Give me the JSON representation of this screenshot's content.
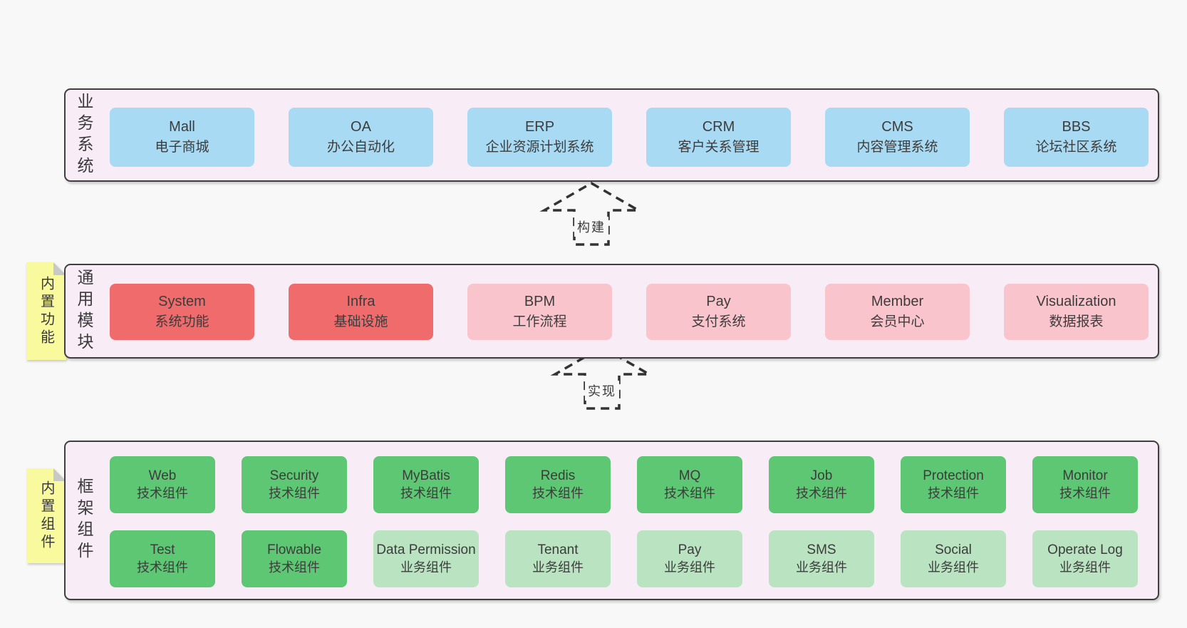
{
  "colors": {
    "page_bg": "#f8f8f8",
    "band_bg": "#f8edf6",
    "band_border": "#3f3f3f",
    "box_blue": "#a9daf3",
    "box_red": "#f06b6b",
    "box_pink": "#fac4cd",
    "box_green": "#5ec773",
    "box_light_green": "#b9e3c1",
    "sticky_yellow": "#f9f99e",
    "sticky_fold": "#c8c8c8",
    "text": "#3c3c3c",
    "arrow_dash": "#333333"
  },
  "bands": [
    {
      "label": "业务系统",
      "boxes": [
        {
          "name": "Mall",
          "subtitle": "电子商城"
        },
        {
          "name": "OA",
          "subtitle": "办公自动化"
        },
        {
          "name": "ERP",
          "subtitle": "企业资源计划系统"
        },
        {
          "name": "CRM",
          "subtitle": "客户关系管理"
        },
        {
          "name": "CMS",
          "subtitle": "内容管理系统"
        },
        {
          "name": "BBS",
          "subtitle": "论坛社区系统"
        }
      ]
    },
    {
      "label": "通用模块",
      "sticky": "内置功能",
      "boxes": [
        {
          "name": "System",
          "subtitle": "系统功能"
        },
        {
          "name": "Infra",
          "subtitle": "基础设施"
        },
        {
          "name": "BPM",
          "subtitle": "工作流程"
        },
        {
          "name": "Pay",
          "subtitle": "支付系统"
        },
        {
          "name": "Member",
          "subtitle": "会员中心"
        },
        {
          "name": "Visualization",
          "subtitle": "数据报表"
        }
      ]
    },
    {
      "label": "框架组件",
      "sticky": "内置组件",
      "rows": [
        [
          {
            "name": "Web",
            "subtitle": "技术组件"
          },
          {
            "name": "Security",
            "subtitle": "技术组件"
          },
          {
            "name": "MyBatis",
            "subtitle": "技术组件"
          },
          {
            "name": "Redis",
            "subtitle": "技术组件"
          },
          {
            "name": "MQ",
            "subtitle": "技术组件"
          },
          {
            "name": "Job",
            "subtitle": "技术组件"
          },
          {
            "name": "Protection",
            "subtitle": "技术组件"
          },
          {
            "name": "Monitor",
            "subtitle": "技术组件"
          }
        ],
        [
          {
            "name": "Test",
            "subtitle": "技术组件"
          },
          {
            "name": "Flowable",
            "subtitle": "技术组件"
          },
          {
            "name": "Data Permission",
            "subtitle": "业务组件"
          },
          {
            "name": "Tenant",
            "subtitle": "业务组件"
          },
          {
            "name": "Pay",
            "subtitle": "业务组件"
          },
          {
            "name": "SMS",
            "subtitle": "业务组件"
          },
          {
            "name": "Social",
            "subtitle": "业务组件"
          },
          {
            "name": "Operate Log",
            "subtitle": "业务组件"
          }
        ]
      ]
    }
  ],
  "arrows": [
    {
      "label": "构建"
    },
    {
      "label": "实现"
    }
  ]
}
